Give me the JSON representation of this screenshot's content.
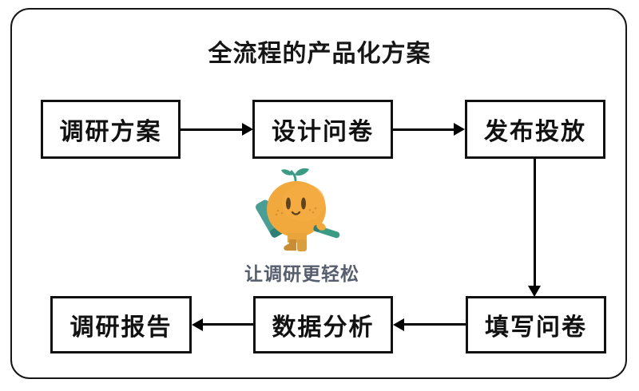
{
  "title": "全流程的产品化方案",
  "nodes": [
    {
      "id": "research-plan",
      "label": "调研方案"
    },
    {
      "id": "design-questionnaire",
      "label": "设计问卷"
    },
    {
      "id": "publish-distribute",
      "label": "发布投放"
    },
    {
      "id": "fill-questionnaire",
      "label": "填写问卷"
    },
    {
      "id": "data-analysis",
      "label": "数据分析"
    },
    {
      "id": "research-report",
      "label": "调研报告"
    }
  ],
  "edges": [
    {
      "from": "调研方案",
      "to": "设计问卷",
      "direction": "right"
    },
    {
      "from": "设计问卷",
      "to": "发布投放",
      "direction": "right"
    },
    {
      "from": "发布投放",
      "to": "填写问卷",
      "direction": "down"
    },
    {
      "from": "填写问卷",
      "to": "数据分析",
      "direction": "left"
    },
    {
      "from": "数据分析",
      "to": "调研报告",
      "direction": "left"
    }
  ],
  "mascot": {
    "description": "orange fruit character with green sprout, teal satchel and pencil",
    "tagline": "让调研更轻松",
    "colors": {
      "body": "#F1A83C",
      "leaf": "#3C9B85",
      "bag": "#4A9E94",
      "bag_dark": "#2F7E76",
      "boots": "#CC9138",
      "face": "#5F431F",
      "tagline_text": "#565e6d",
      "line": "#000000",
      "border": "#161616"
    }
  }
}
